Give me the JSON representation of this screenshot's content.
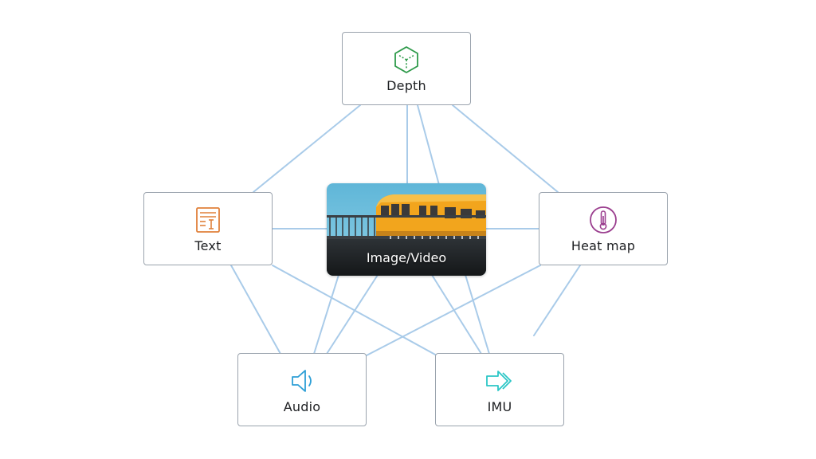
{
  "nodes": {
    "depth": {
      "label": "Depth",
      "icon": "cube-icon",
      "color": "#2e9a4a"
    },
    "text": {
      "label": "Text",
      "icon": "text-document-icon",
      "color": "#e0803a"
    },
    "image": {
      "label": "Image/Video",
      "icon": "train-photo"
    },
    "heatmap": {
      "label": "Heat map",
      "icon": "thermometer-icon",
      "color": "#9b3f8f"
    },
    "audio": {
      "label": "Audio",
      "icon": "speaker-icon",
      "color": "#2e9fd6"
    },
    "imu": {
      "label": "IMU",
      "icon": "double-arrow-icon",
      "color": "#2cc6c6"
    }
  },
  "colors": {
    "edge": "#a9cbe9",
    "box_border": "#9aa3ad"
  }
}
